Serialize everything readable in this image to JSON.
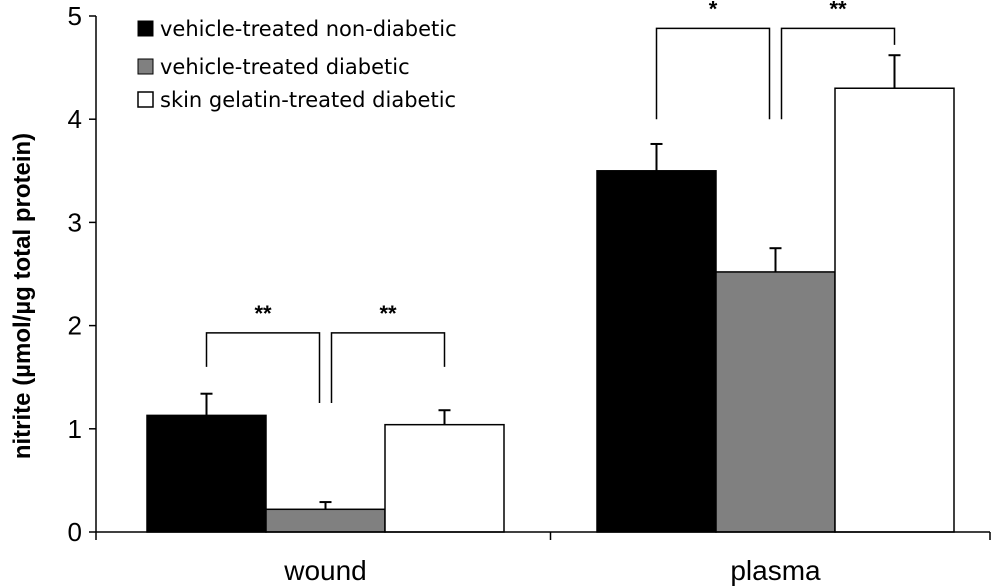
{
  "chart_data": {
    "type": "bar",
    "title": "",
    "xlabel": "",
    "ylabel": "nitrite (µmol/µg total protein)",
    "ylim": [
      0,
      5
    ],
    "yticks": [
      0,
      1,
      2,
      3,
      4,
      5
    ],
    "categories": [
      "wound",
      "plasma"
    ],
    "grid": false,
    "legend_position": "top-left",
    "series": [
      {
        "name": "vehicle-treated non-diabetic",
        "color": "#000000",
        "values": [
          1.13,
          3.5
        ],
        "errors": [
          0.21,
          0.26
        ]
      },
      {
        "name": "vehicle-treated diabetic",
        "color": "#808080",
        "values": [
          0.22,
          2.52
        ],
        "errors": [
          0.07,
          0.23
        ]
      },
      {
        "name": "skin gelatin-treated diabetic",
        "color": "#ffffff",
        "values": [
          1.04,
          4.3
        ],
        "errors": [
          0.14,
          0.32
        ]
      }
    ],
    "significance": [
      {
        "category": "wound",
        "from_series": 0,
        "to_series": 1,
        "label": "**"
      },
      {
        "category": "wound",
        "from_series": 1,
        "to_series": 2,
        "label": "**"
      },
      {
        "category": "plasma",
        "from_series": 0,
        "to_series": 1,
        "label": "*"
      },
      {
        "category": "plasma",
        "from_series": 1,
        "to_series": 2,
        "label": "**"
      }
    ]
  }
}
